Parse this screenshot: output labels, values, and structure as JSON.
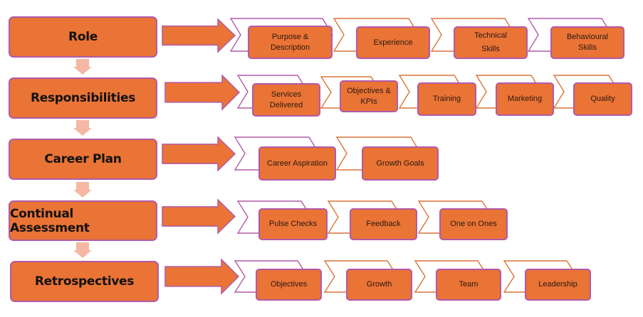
{
  "colors": {
    "box_fill": "#ea7336",
    "box_border": "#b15aa8",
    "chevron_purple": "#b15aa8",
    "chevron_orange": "#d9743a",
    "down_arrow": "#f4b8a4",
    "right_arrow_fill": "#ea7336",
    "right_arrow_border": "#b15aa8"
  },
  "rows": [
    {
      "label": "Role",
      "items": [
        {
          "label": "Purpose &\nDescription",
          "chevron": "purple"
        },
        {
          "label": "Experience",
          "chevron": "orange"
        },
        {
          "label": "Technical\nSkills",
          "chevron": "orange"
        },
        {
          "label": "Behavioural\nSkills",
          "chevron": "purple"
        }
      ]
    },
    {
      "label": "Responsibilities",
      "items": [
        {
          "label": "Services\nDelivered",
          "chevron": "purple"
        },
        {
          "label": "Objectives &\nKPIs",
          "chevron": "orange"
        },
        {
          "label": "Training",
          "chevron": "orange"
        },
        {
          "label": "Marketing",
          "chevron": "orange"
        },
        {
          "label": "Quality",
          "chevron": "orange"
        }
      ]
    },
    {
      "label": "Career Plan",
      "items": [
        {
          "label": "Career Aspiration",
          "chevron": "purple"
        },
        {
          "label": "Growth Goals",
          "chevron": "orange"
        }
      ]
    },
    {
      "label": "Continual Assessment",
      "items": [
        {
          "label": "Pulse Checks",
          "chevron": "purple"
        },
        {
          "label": "Feedback",
          "chevron": "orange"
        },
        {
          "label": "One on Ones",
          "chevron": "orange"
        }
      ]
    },
    {
      "label": "Retrospectives",
      "items": [
        {
          "label": "Objectives",
          "chevron": "purple"
        },
        {
          "label": "Growth",
          "chevron": "orange"
        },
        {
          "label": "Team",
          "chevron": "orange"
        },
        {
          "label": "Leadership",
          "chevron": "orange"
        }
      ]
    }
  ]
}
